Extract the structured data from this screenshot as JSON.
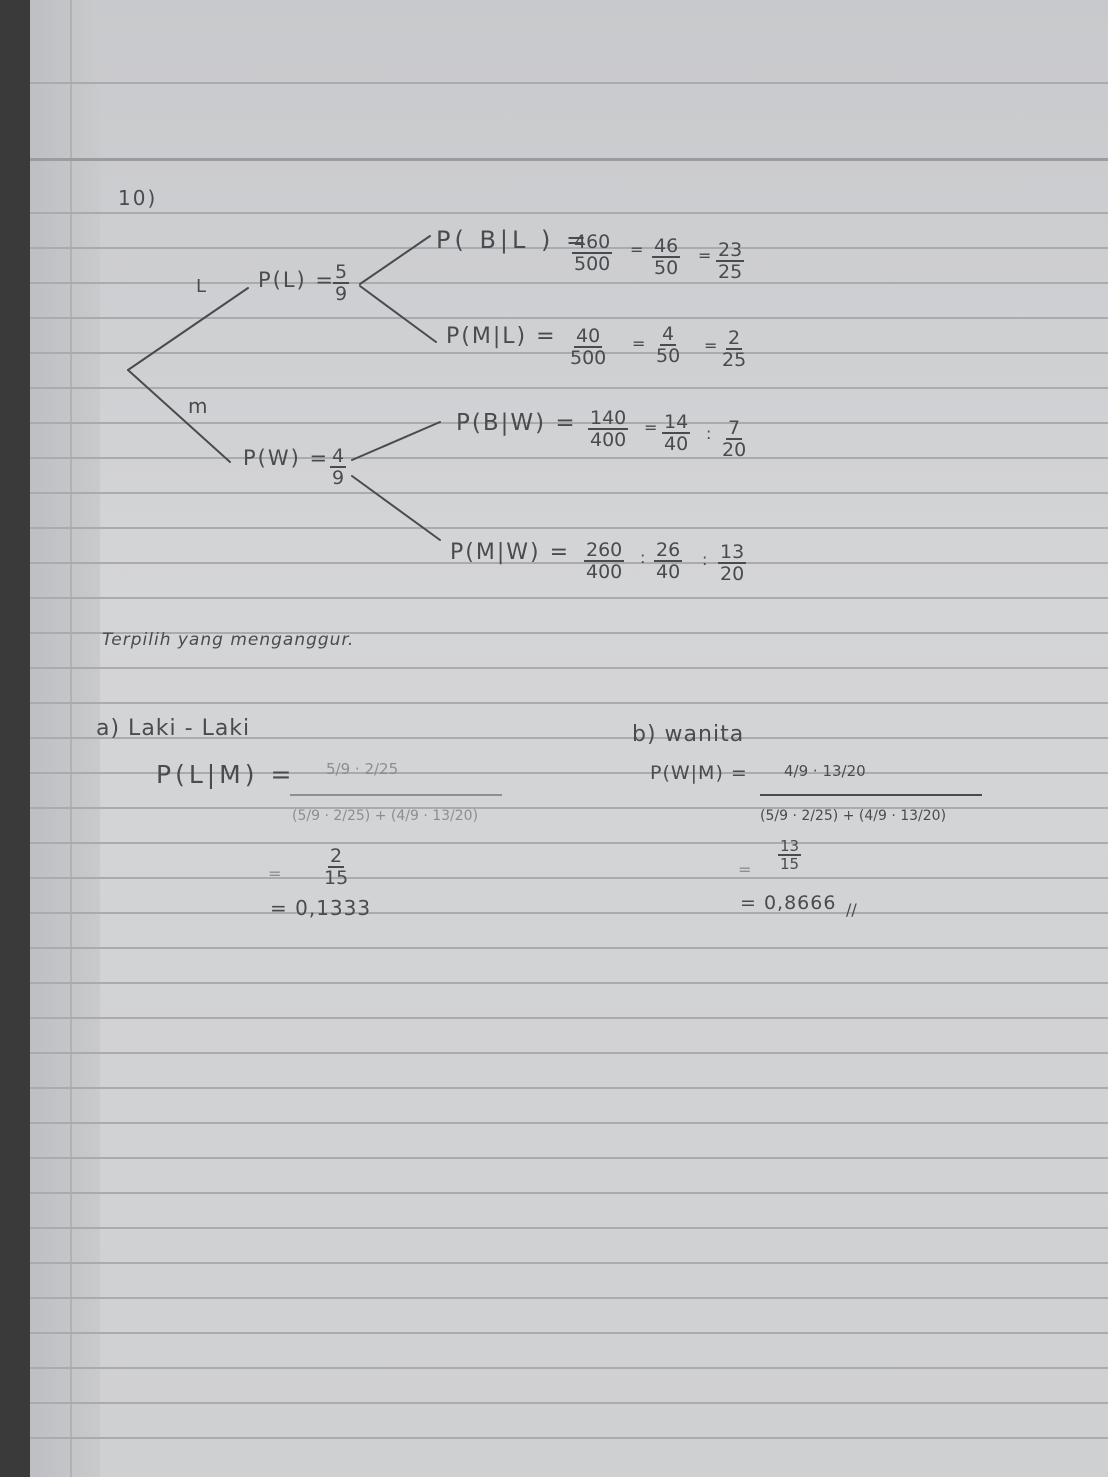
{
  "problem_number": "10)",
  "tree": {
    "branch_L_label": "L",
    "branch_m_label": "m",
    "pL": {
      "label": "P(L) =",
      "num": "5",
      "den": "9"
    },
    "pW": {
      "label": "P(W) =",
      "num": "4",
      "den": "9"
    },
    "pBL": {
      "label": "P( B|L ) =",
      "f1": [
        "460",
        "500"
      ],
      "f2": [
        "46",
        "50"
      ],
      "f3": [
        "23",
        "25"
      ]
    },
    "pML": {
      "label": "P(M|L) =",
      "f1": [
        "40",
        "500"
      ],
      "f2": [
        "4",
        "50"
      ],
      "f3": [
        "2",
        "25"
      ]
    },
    "pBW": {
      "label": "P(B|W) =",
      "f1": [
        "140",
        "400"
      ],
      "f2": [
        "14",
        "40"
      ],
      "f3": [
        "7",
        "20"
      ]
    },
    "pMW": {
      "label": "P(M|W) =",
      "f1": [
        "260",
        "400"
      ],
      "f2": [
        "26",
        "40"
      ],
      "f3": [
        "13",
        "20"
      ]
    }
  },
  "chosen_text": "Terpilih yang menganggur.",
  "part_a": {
    "heading": "a) Laki - Laki",
    "label": "P(L|M) =",
    "numerator": "5/9 · 2/25",
    "denominator": "(5/9 · 2/25) + (4/9 · 13/20)",
    "result_frac": [
      "2",
      "15"
    ],
    "result_decimal": "= 0,1333"
  },
  "part_b": {
    "heading": "b) wanita",
    "label": "P(W|M) =",
    "numerator": "4/9 · 13/20",
    "denominator": "(5/9 · 2/25) + (4/9 · 13/20)",
    "result_frac": [
      "13",
      "15"
    ],
    "result_decimal": "= 0,8666"
  }
}
